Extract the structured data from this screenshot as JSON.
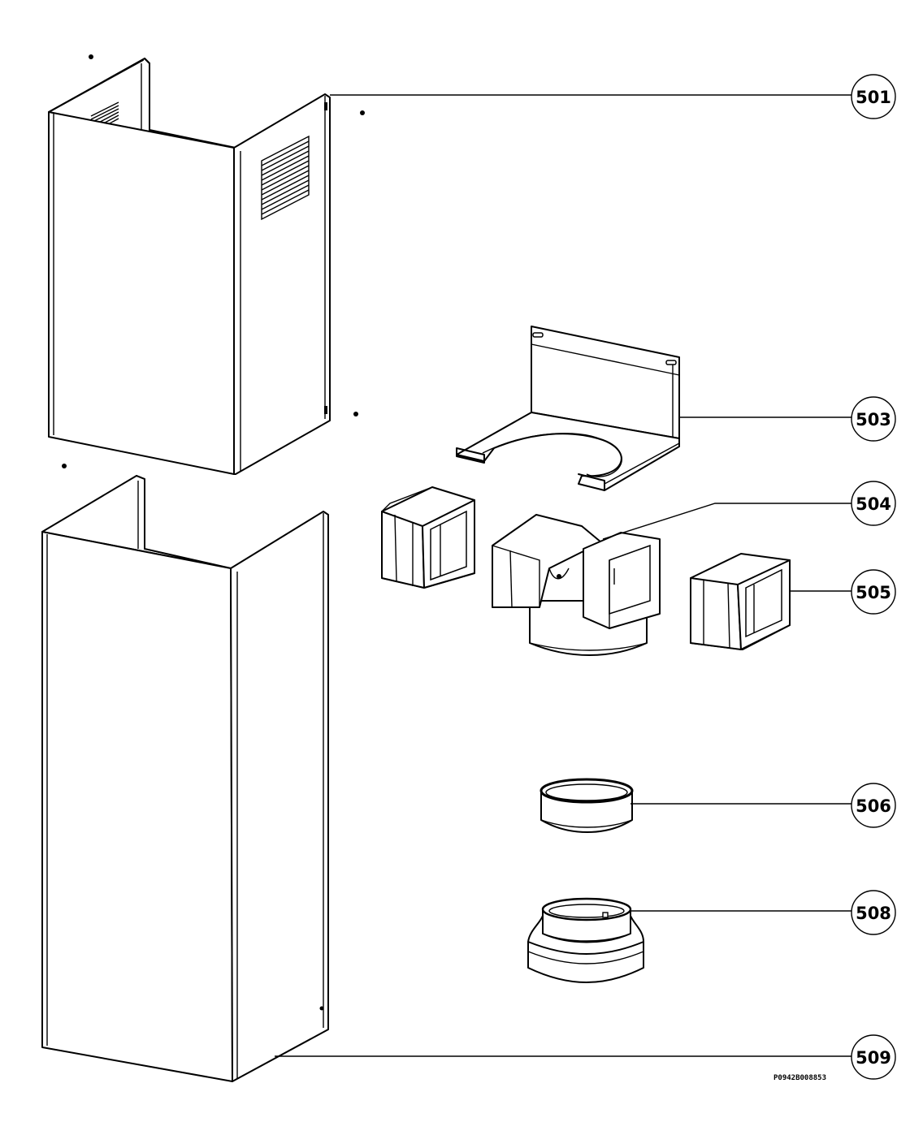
{
  "callouts": [
    {
      "id": "501",
      "label": "501"
    },
    {
      "id": "503",
      "label": "503"
    },
    {
      "id": "504",
      "label": "504"
    },
    {
      "id": "505",
      "label": "505"
    },
    {
      "id": "506",
      "label": "506"
    },
    {
      "id": "508",
      "label": "508"
    },
    {
      "id": "509",
      "label": "509"
    }
  ],
  "drawing_code": "P0942B008853"
}
